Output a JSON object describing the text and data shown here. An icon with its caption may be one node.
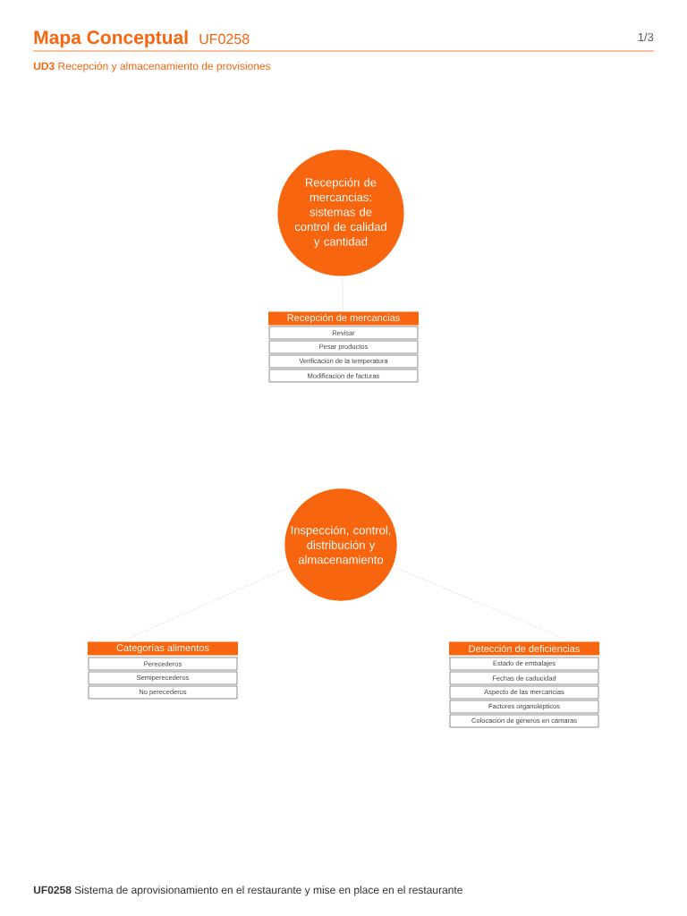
{
  "diagram": {
    "title": "Mapa Conceptual",
    "caption": "**UF0258** Sistema de aprovisionamiento en el restaurante y mise en place en el restaurante",
    "nodes": [
      {
        "text": [
          "Recepción de mercancias: sistemas de control de calidad y cantidad"
        ]
      },
      {
        "text": [
          "Recepción de mercancias"
        ]
      },
      {
        "text": [
          "Revisar"
        ]
      },
      {
        "text": [
          "Pesar productos"
        ]
      },
      {
        "text": [
          "Verificación de la temperatura"
        ]
      },
      {
        "text": [
          "Modificación de facturas"
        ]
      },
      {
        "text": [
          "Inspección, control, distribución y almacenamiento"
        ]
      },
      {
        "text": [
          "Categorías alimentos"
        ]
      },
      {
        "text": [
          "Perecederos"
        ]
      },
      {
        "text": [
          "Semiperecederos"
        ]
      },
      {
        "text": [
          "No perecederos"
        ]
      },
      {
        "text": [
          "Detección de deficiencias"
        ]
      },
      {
        "text": [
          "Estado de embalajes"
        ]
      },
      {
        "text": [
          "Fechas de caducidad"
        ]
      },
      {
        "text": [
          "Aspecto de las mercancias"
        ]
      },
      {
        "text": [
          "Factores organolépticos"
        ]
      },
      {
        "text": [
          "Colocación de géneros en cámaras"
        ]
      }
    ],
    "edges": [
      {
        "from": 0,
        "to": 1,
        "arrow": "none"
      },
      {
        "from": 6,
        "to": 7,
        "arrow": "none"
      },
      {
        "from": 6,
        "to": 11,
        "arrow": "none"
      }
    ],
    "labels": [
      "UF0258",
      "1/3",
      "**UD3** Recepción y almacenamiento de provisiones"
    ]
  }
}
